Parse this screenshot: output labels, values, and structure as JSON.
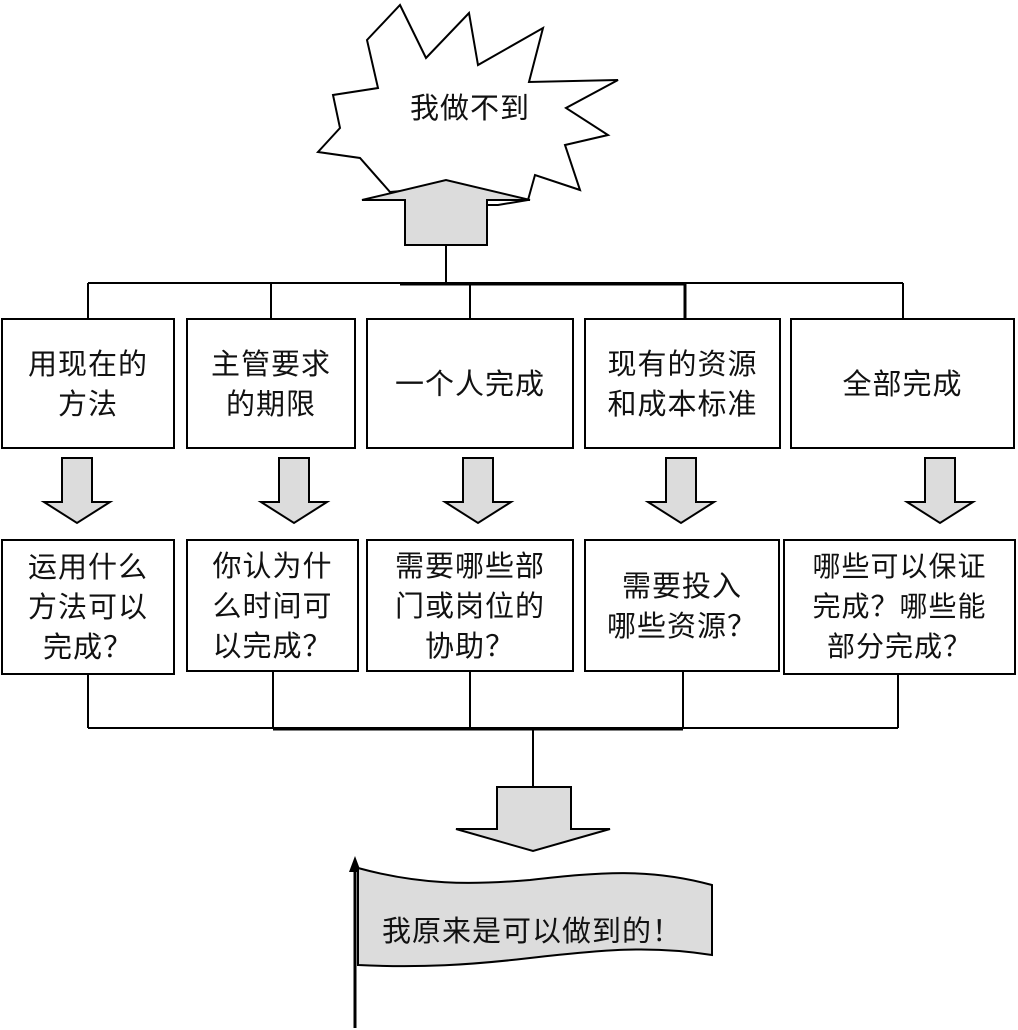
{
  "colors": {
    "line": "#000000",
    "arrow_fill": "#dcdcdc",
    "flag_fill": "#dcdcdc",
    "box_fill": "#ffffff"
  },
  "top": {
    "text": "我做不到"
  },
  "factors": [
    {
      "text": "用现在的\n方法"
    },
    {
      "text": "主管要求\n的期限"
    },
    {
      "text": "一个人完成"
    },
    {
      "text": "现有的资源\n和成本标准"
    },
    {
      "text": "全部完成"
    }
  ],
  "questions": [
    {
      "text": "运用什么\n方法可以\n完成？"
    },
    {
      "text": "你认为什\n么时间可\n以完成？"
    },
    {
      "text": "需要哪些部\n门或岗位的\n协助？"
    },
    {
      "text": "需要投入\n哪些资源？"
    },
    {
      "text": "哪些可以保证\n完成？哪些能\n部分完成？"
    }
  ],
  "result": {
    "text": "我原来是可以做到的！"
  }
}
